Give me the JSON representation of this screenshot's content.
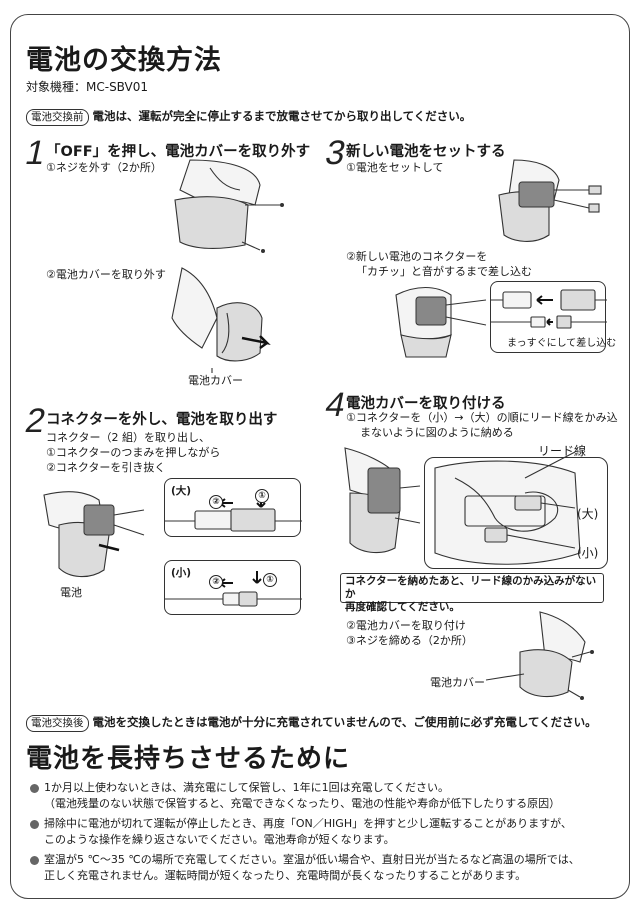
{
  "page": {
    "title": "電池の交換方法",
    "model": "対象機種：MC-SBV01",
    "before": {
      "tag": "電池交換前",
      "text": "電池は、運転が完全に停止するまで放電させてから取り出してください。"
    }
  },
  "step1": {
    "number": "1",
    "heading": "「OFF」を押し、電池カバーを取り外す",
    "sub1": "①ネジを外す（2か所）",
    "sub2": "②電池カバーを取り外す",
    "cover_label": "電池カバー"
  },
  "step2": {
    "number": "2",
    "heading": "コネクターを外し、電池を取り出す",
    "lines": [
      "コネクター（2 組）を取り出し、",
      "①コネクターのつまみを押しながら",
      "②コネクターを引き抜く"
    ],
    "battery_label": "電池",
    "large_label": "(大)",
    "small_label": "(小)",
    "mark1": "①",
    "mark2": "②"
  },
  "step3": {
    "number": "3",
    "heading": "新しい電池をセットする",
    "sub1": "①電池をセットして",
    "sub2_line1": "②新しい電池のコネクターを",
    "sub2_line2": "「カチッ」と音がするまで差し込む",
    "straight_label": "まっすぐにして差し込む"
  },
  "step4": {
    "number": "4",
    "heading": "電池カバーを取り付ける",
    "sub1_line1": "①コネクターを（小）→（大）の順にリード線をかみ込",
    "sub1_line2": "まないように図のように納める",
    "lead_label": "リード線",
    "large_label": "(大)",
    "small_label": "(小)",
    "confirm_line1": "コネクターを納めたあと、リード線のかみ込みがないか",
    "confirm_line2": "再度確認してください。",
    "sub2": "②電池カバーを取り付け",
    "sub3": "③ネジを締める（2か所）",
    "cover_label": "電池カバー"
  },
  "after": {
    "tag": "電池交換後",
    "text": "電池を交換したときは電池が十分に充電されていませんので、ご使用前に必ず充電してください。"
  },
  "longevity": {
    "title": "電池を長持ちさせるために",
    "bullets": [
      [
        "1か月以上使わないときは、満充電にして保管し、1年に1回は充電してください。",
        "（電池残量のない状態で保管すると、充電できなくなったり、電池の性能や寿命が低下したりする原因）"
      ],
      [
        "掃除中に電池が切れて運転が停止したとき、再度「ON／HIGH」を押すと少し運転することがありますが、",
        "このような操作を繰り返さないでください。電池寿命が短くなります。"
      ],
      [
        "室温が5 ℃〜35 ℃の場所で充電してください。室温が低い場合や、直射日光が当たるなど高温の場所では、",
        "正しく充電されません。運転時間が短くなったり、充電時間が長くなったりすることがあります。"
      ]
    ]
  },
  "colors": {
    "text": "#1a1a1a",
    "border": "#444444",
    "bullet": "#666666"
  }
}
